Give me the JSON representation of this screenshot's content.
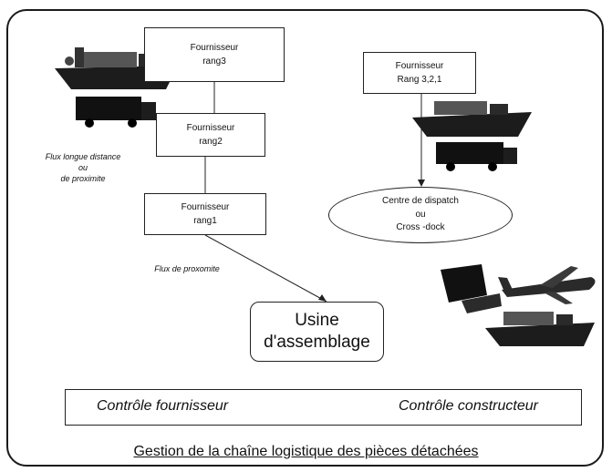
{
  "suppliers": [
    {
      "line1": "Fournisseur",
      "line2": "rang3"
    },
    {
      "line1": "Fournisseur",
      "line2": "rang2"
    },
    {
      "line1": "Fournisseur",
      "line2": "rang1"
    },
    {
      "line1": "Fournisseur",
      "line2": "Rang 3,2,1"
    }
  ],
  "notes": {
    "long_line1": "Flux longue distance",
    "long_line2": "ou",
    "long_line3": "de proximite",
    "proximity": "Flux de proxomite"
  },
  "dispatch": {
    "line1": "Centre de dispatch",
    "line2": "ou",
    "line3": "Cross -dock"
  },
  "factory": {
    "line1": "Usine",
    "line2": "d'assemblage"
  },
  "controls": {
    "left": "Contrôle fournisseur",
    "right": "Contrôle constructeur"
  },
  "footer": "Gestion de la chaîne logistique des pièces détachées"
}
